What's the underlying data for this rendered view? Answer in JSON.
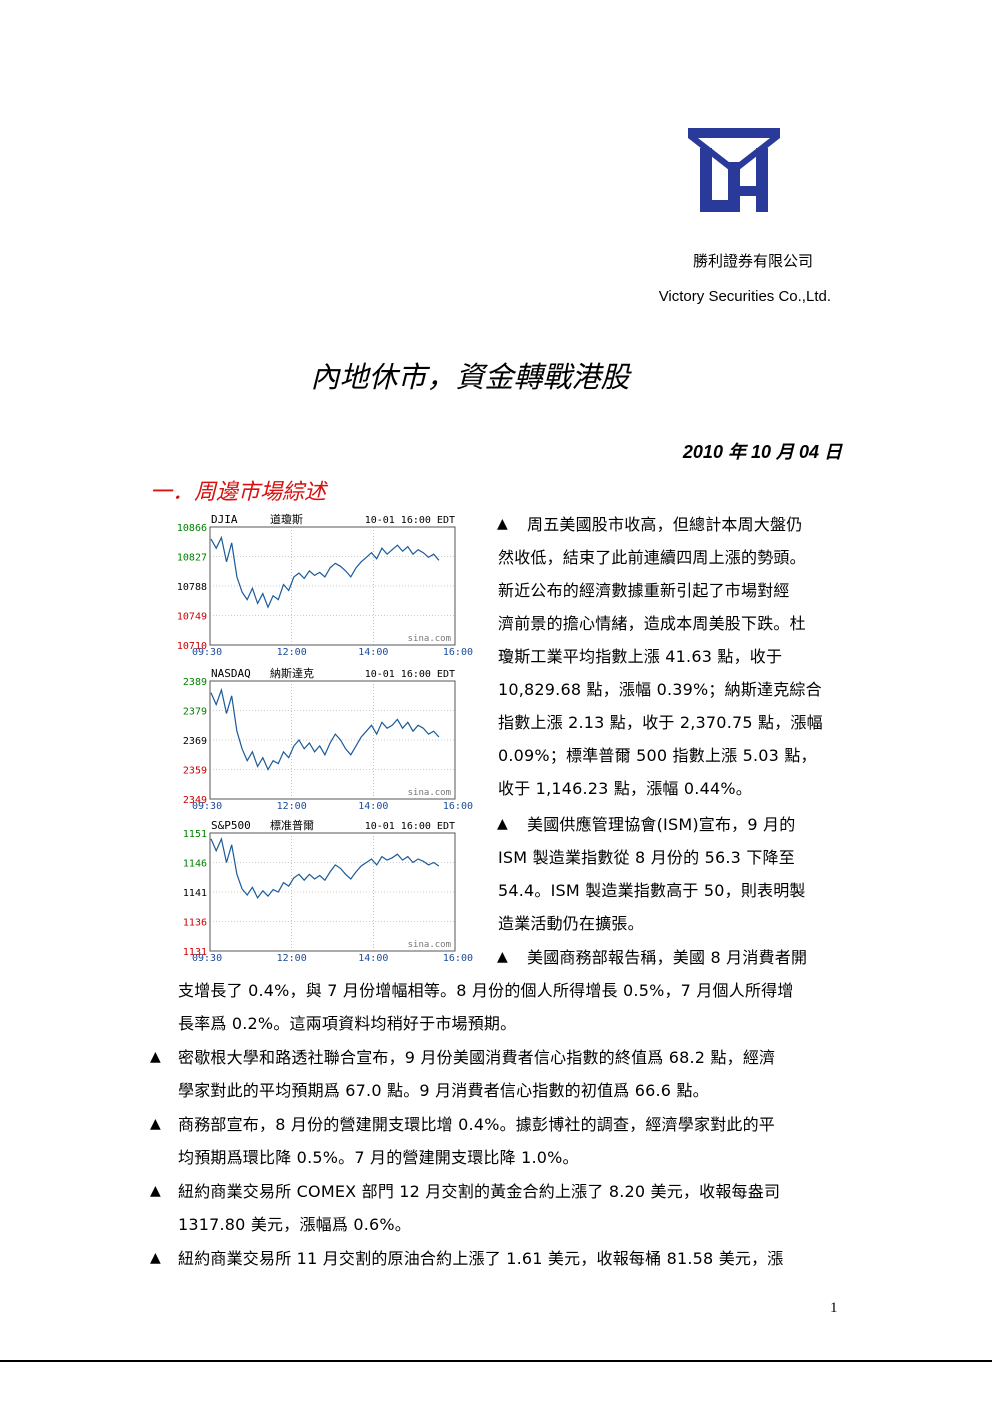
{
  "header": {
    "company_zh": "勝利證券有限公司",
    "company_en": "Victory Securities Co.,Ltd.",
    "logo_icon": "victory-logo-icon",
    "brand_color": "#2a3a9a"
  },
  "title": "內地休市，資金轉戰港股",
  "date": "2010 年 10 月 04 日",
  "section": {
    "heading": "一．周邊市場綜述",
    "color": "#d81010"
  },
  "chart_data": [
    {
      "type": "line",
      "title": "DJIA",
      "subtitle": "道瓊斯",
      "timestamp": "10-01 16:00 EDT",
      "watermark": "sina.com",
      "y_ticks": [
        "10866",
        "10827",
        "10788",
        "10749",
        "10710"
      ],
      "ylim": [
        10710,
        10866
      ],
      "x_ticks": [
        "09:30",
        "12:00",
        "14:00",
        "16:00"
      ],
      "grid": true,
      "line_color": "#1a5a9a",
      "values": [
        10850,
        10838,
        10852,
        10820,
        10845,
        10800,
        10780,
        10770,
        10785,
        10765,
        10778,
        10760,
        10775,
        10770,
        10790,
        10782,
        10800,
        10805,
        10798,
        10808,
        10802,
        10806,
        10800,
        10812,
        10818,
        10814,
        10808,
        10800,
        10812,
        10820,
        10826,
        10832,
        10824,
        10838,
        10830,
        10836,
        10842,
        10834,
        10840,
        10830,
        10836,
        10832,
        10826,
        10830,
        10822
      ]
    },
    {
      "type": "line",
      "title": "NASDAQ",
      "subtitle": "納斯達克",
      "timestamp": "10-01 16:00 EDT",
      "watermark": "sina.com",
      "y_ticks": [
        "2389",
        "2379",
        "2369",
        "2359",
        "2349"
      ],
      "ylim": [
        2349,
        2389
      ],
      "x_ticks": [
        "09:30",
        "12:00",
        "14:00",
        "16:00"
      ],
      "grid": true,
      "line_color": "#1a5a9a",
      "values": [
        2385,
        2381,
        2386,
        2378,
        2384,
        2372,
        2366,
        2362,
        2365,
        2360,
        2363,
        2359,
        2362,
        2361,
        2365,
        2363,
        2367,
        2369,
        2366,
        2368,
        2365,
        2367,
        2364,
        2368,
        2371,
        2369,
        2366,
        2364,
        2367,
        2370,
        2372,
        2374,
        2371,
        2375,
        2373,
        2374,
        2376,
        2373,
        2375,
        2372,
        2374,
        2373,
        2371,
        2372,
        2370
      ]
    },
    {
      "type": "line",
      "title": "S&P500",
      "subtitle": "標准普爾",
      "timestamp": "10-01 16:00 EDT",
      "watermark": "sina.com",
      "y_ticks": [
        "1151",
        "1146",
        "1141",
        "1136",
        "1131"
      ],
      "ylim": [
        1131,
        1151
      ],
      "x_ticks": [
        "09:30",
        "12:00",
        "14:00",
        "16:00"
      ],
      "grid": true,
      "line_color": "#1a5a9a",
      "values": [
        1150,
        1148,
        1150,
        1146,
        1149,
        1144,
        1141.5,
        1140.5,
        1141.8,
        1140,
        1141.2,
        1140.3,
        1141.4,
        1141,
        1142.6,
        1142,
        1143.4,
        1144,
        1143,
        1144,
        1143.2,
        1143.8,
        1143,
        1144.4,
        1145.6,
        1145,
        1144,
        1143.2,
        1144.4,
        1145.4,
        1146,
        1146.6,
        1145.6,
        1147,
        1146.4,
        1146.8,
        1147.4,
        1146.4,
        1147,
        1146,
        1146.6,
        1146.2,
        1145.6,
        1146,
        1145.4
      ]
    }
  ],
  "paragraphs": {
    "p1": [
      "周五美國股市收高，但總計本周大盤仍",
      "然收低，結束了此前連續四周上漲的勢頭。",
      "新近公布的經濟數據重新引起了市場對經",
      "濟前景的擔心情緒，造成本周美股下跌。杜",
      "瓊斯工業平均指數上漲 41.63 點，收于",
      "10,829.68 點，漲幅 0.39%；納斯達克綜合",
      "指數上漲 2.13 點，收于 2,370.75 點，漲幅",
      "0.09%；標準普爾 500 指數上漲 5.03 點，",
      "收于 1,146.23 點，漲幅 0.44%。"
    ],
    "p2": [
      "美國供應管理協會(ISM)宣布，9 月的",
      "ISM 製造業指數從 8 月份的 56.3 下降至",
      "54.4。ISM 製造業指數高于 50，則表明製",
      "造業活動仍在擴張。"
    ],
    "p3": [
      "美國商務部報告稱，美國 8 月消費者開",
      "支增長了 0.4%，與 7 月份增幅相等。8 月份的個人所得增長 0.5%，7 月個人所得增",
      "長率爲 0.2%。這兩項資料均稍好于市場預期。"
    ],
    "p4": [
      "密歇根大學和路透社聯合宣布，9 月份美國消費者信心指數的終值爲 68.2 點，經濟",
      "學家對此的平均預期爲 67.0 點。9 月消費者信心指數的初值爲 66.6 點。"
    ],
    "p5": [
      "商務部宣布，8 月份的營建開支環比增 0.4%。據彭博社的調查，經濟學家對此的平",
      "均預期爲環比降 0.5%。7 月的營建開支環比降 1.0%。"
    ],
    "p6": [
      "紐約商業交易所 COMEX 部門 12 月交割的黃金合約上漲了 8.20 美元，收報每盎司",
      "1317.80 美元，漲幅爲 0.6%。"
    ],
    "p7": [
      "紐約商業交易所 11 月交割的原油合約上漲了 1.61 美元，收報每桶 81.58 美元，漲"
    ]
  },
  "bullet_symbol": "▲",
  "page_number": "1"
}
